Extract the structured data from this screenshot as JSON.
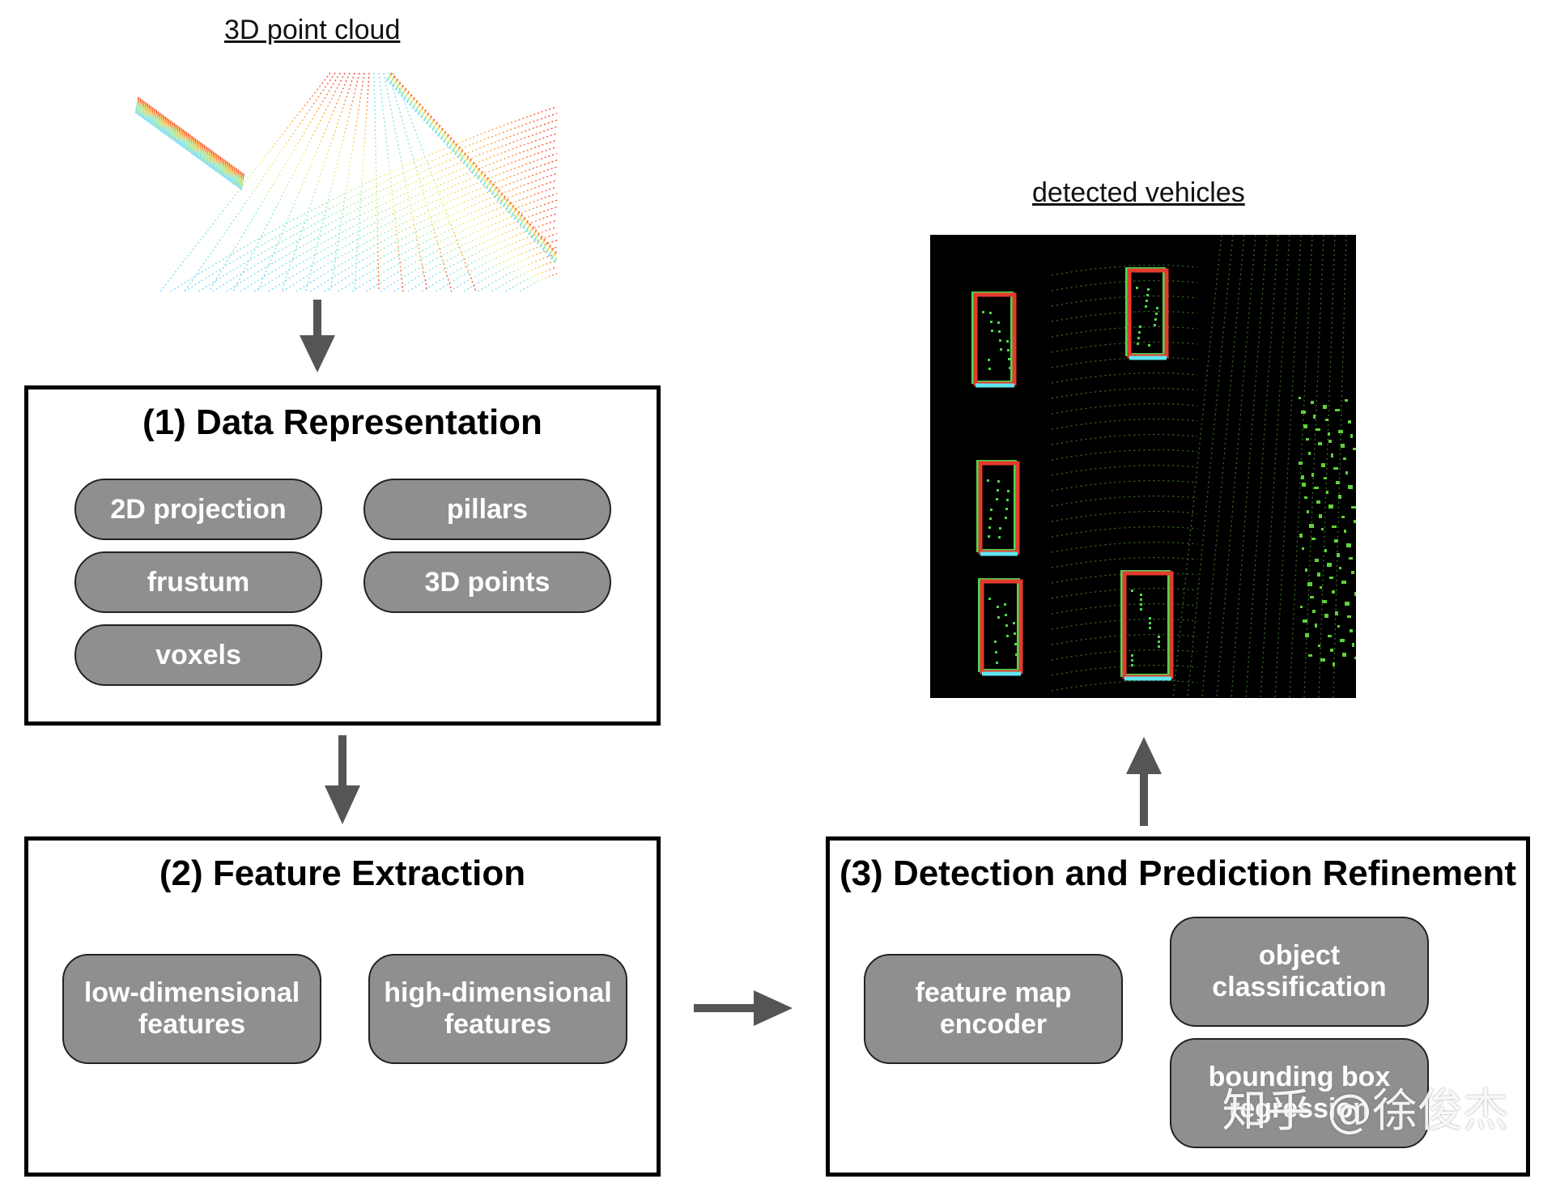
{
  "captions": {
    "point_cloud": "3D point cloud",
    "detected": "detected vehicles"
  },
  "stage1": {
    "title": "(1) Data Representation",
    "items": [
      "2D projection",
      "pillars",
      "frustum",
      "3D points",
      "voxels"
    ]
  },
  "stage2": {
    "title": "(2) Feature Extraction",
    "items": [
      {
        "line1": "low-dimensional",
        "line2": "features"
      },
      {
        "line1": "high-dimensional",
        "line2": "features"
      }
    ]
  },
  "stage3": {
    "title": "(3) Detection and Prediction Refinement",
    "items": [
      {
        "line1": "feature map",
        "line2": "encoder"
      },
      {
        "line1": "object",
        "line2": "classification"
      },
      {
        "line1": "bounding box",
        "line2": "regression"
      }
    ]
  },
  "watermark": "知乎 @徐俊杰",
  "colors": {
    "pill_fill": "#8f8f8f",
    "arrow": "#555555",
    "box_border": "#000000",
    "pred_box": "#e53a2f",
    "gt_box": "#4cd94c",
    "box_front": "#5ee6f0"
  },
  "icons": [
    "arrow-down-icon",
    "arrow-right-icon",
    "arrow-up-icon"
  ]
}
